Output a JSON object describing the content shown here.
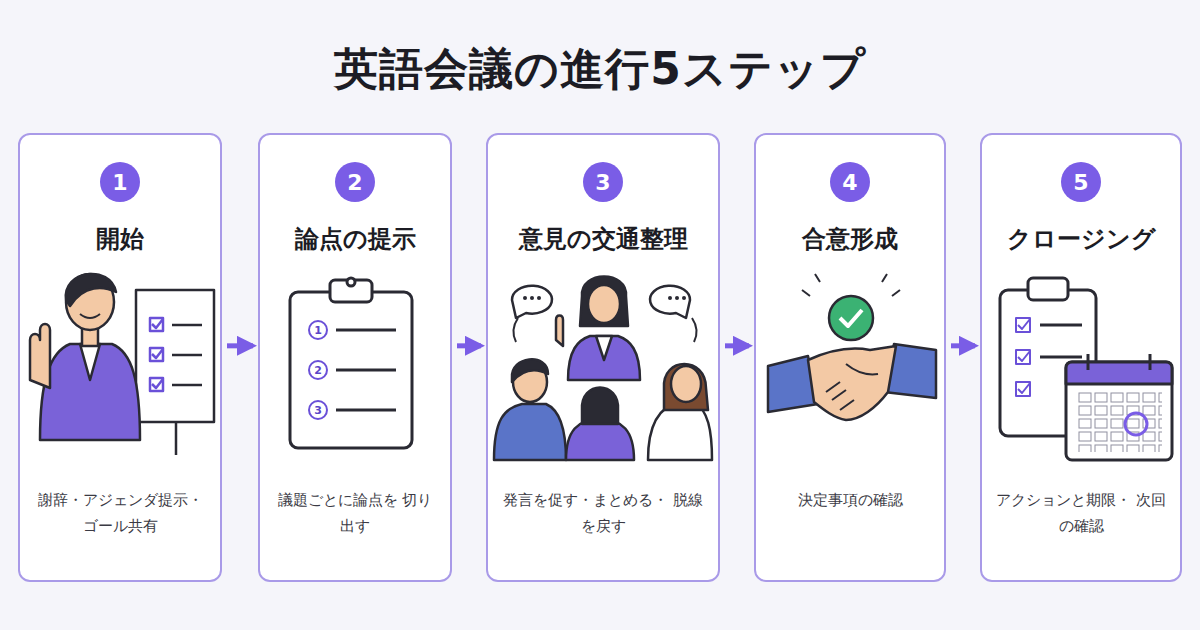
{
  "diagram": {
    "title": "英語会議の進行5ステップ",
    "nodes": [
      {
        "text": [
          "開始",
          "謝辞・アジェンダ提示・ ゴール共有"
        ]
      },
      {
        "text": [
          "1"
        ],
        "in": 0
      },
      {
        "text": [
          "論点の提示",
          "議題ごとに論点を 切り出す"
        ]
      },
      {
        "text": [
          "2"
        ],
        "in": 2
      },
      {
        "text": [
          "意見の交通整理",
          "発言を促す・まとめる・ 脱線を戻す"
        ]
      },
      {
        "text": [
          "3"
        ],
        "in": 4
      },
      {
        "text": [
          "合意形成",
          "決定事項の確認"
        ]
      },
      {
        "text": [
          "4"
        ],
        "in": 6
      },
      {
        "text": [
          "クロージング",
          "アクションと期限・ 次回の確認"
        ]
      },
      {
        "text": [
          "5"
        ],
        "in": 8
      }
    ],
    "edges": [
      {
        "from": 0,
        "to": 2,
        "arrow": "to"
      },
      {
        "from": 2,
        "to": 4,
        "arrow": "to"
      },
      {
        "from": 4,
        "to": 6,
        "arrow": "to"
      },
      {
        "from": 6,
        "to": 8,
        "arrow": "to"
      }
    ],
    "labels": [
      "1",
      "2",
      "3"
    ]
  }
}
